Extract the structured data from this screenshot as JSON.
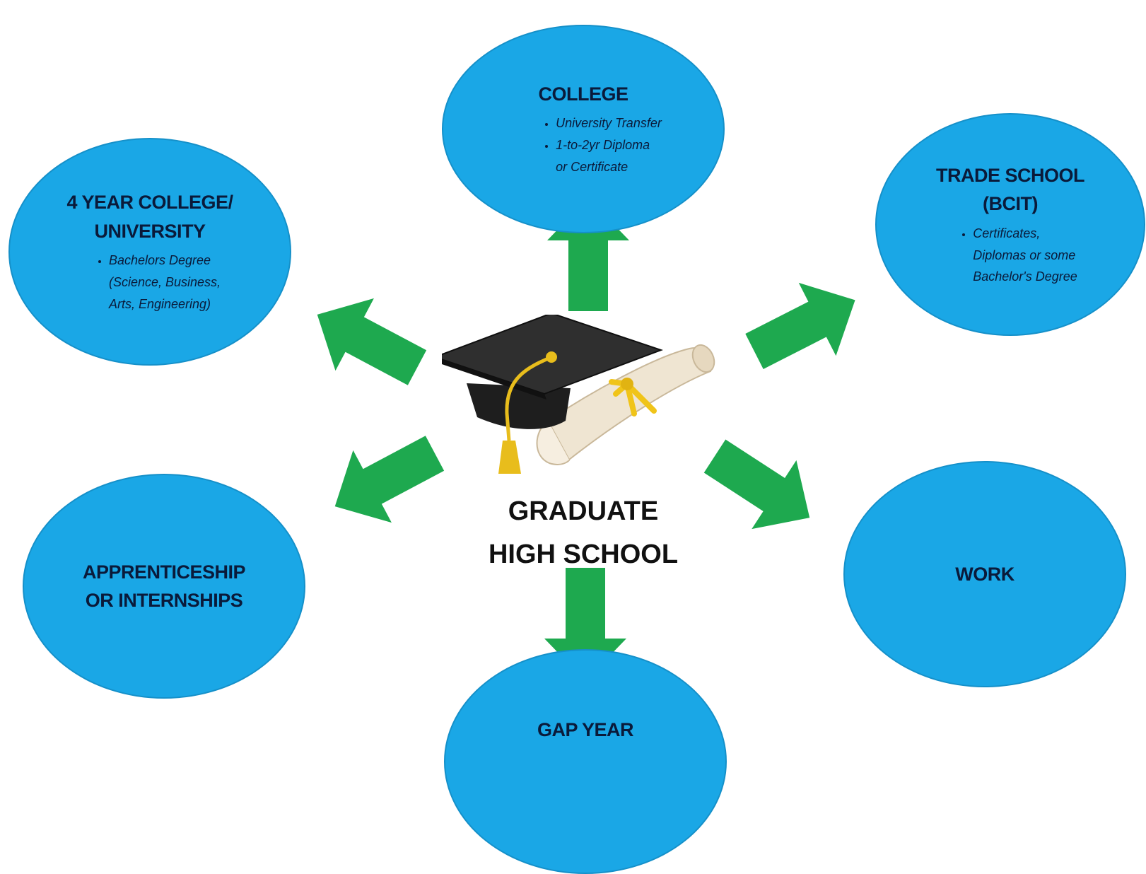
{
  "center": {
    "label": "GRADUATE\nHIGH SCHOOL"
  },
  "nodes": {
    "college": {
      "title": "COLLEGE",
      "items": [
        "University Transfer",
        "1-to-2yr Diploma\nor Certificate"
      ]
    },
    "university": {
      "title": "4 YEAR COLLEGE/\nUNIVERSITY",
      "items": [
        "Bachelors Degree\n(Science, Business,\nArts, Engineering)"
      ]
    },
    "trade_school": {
      "title": "TRADE SCHOOL\n(BCIT)",
      "items": [
        "Certificates,\nDiplomas or some\nBachelor's Degree"
      ]
    },
    "apprenticeship": {
      "title": "APPRENTICESHIP\nOR INTERNSHIPS"
    },
    "work": {
      "title": "WORK"
    },
    "gap_year": {
      "title": "GAP YEAR"
    }
  },
  "colors": {
    "circle_fill": "#1aa7e6",
    "arrow": "#1ea94f",
    "text": "#0a1a3a"
  },
  "icons": [
    "graduation-cap-icon",
    "diploma-scroll-icon"
  ]
}
